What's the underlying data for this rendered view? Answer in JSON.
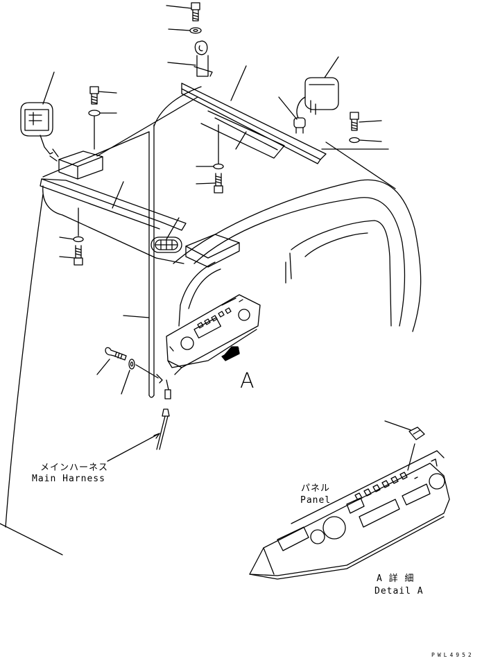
{
  "labels": {
    "harness_jp": "メインハーネス",
    "harness_en": "Main Harness",
    "panel_jp": "パネル",
    "panel_en": "Panel",
    "detail_jp": "A 詳 細",
    "detail_en": "Detail A",
    "view_arrow": "A",
    "drawing_code": "PWL4952"
  }
}
